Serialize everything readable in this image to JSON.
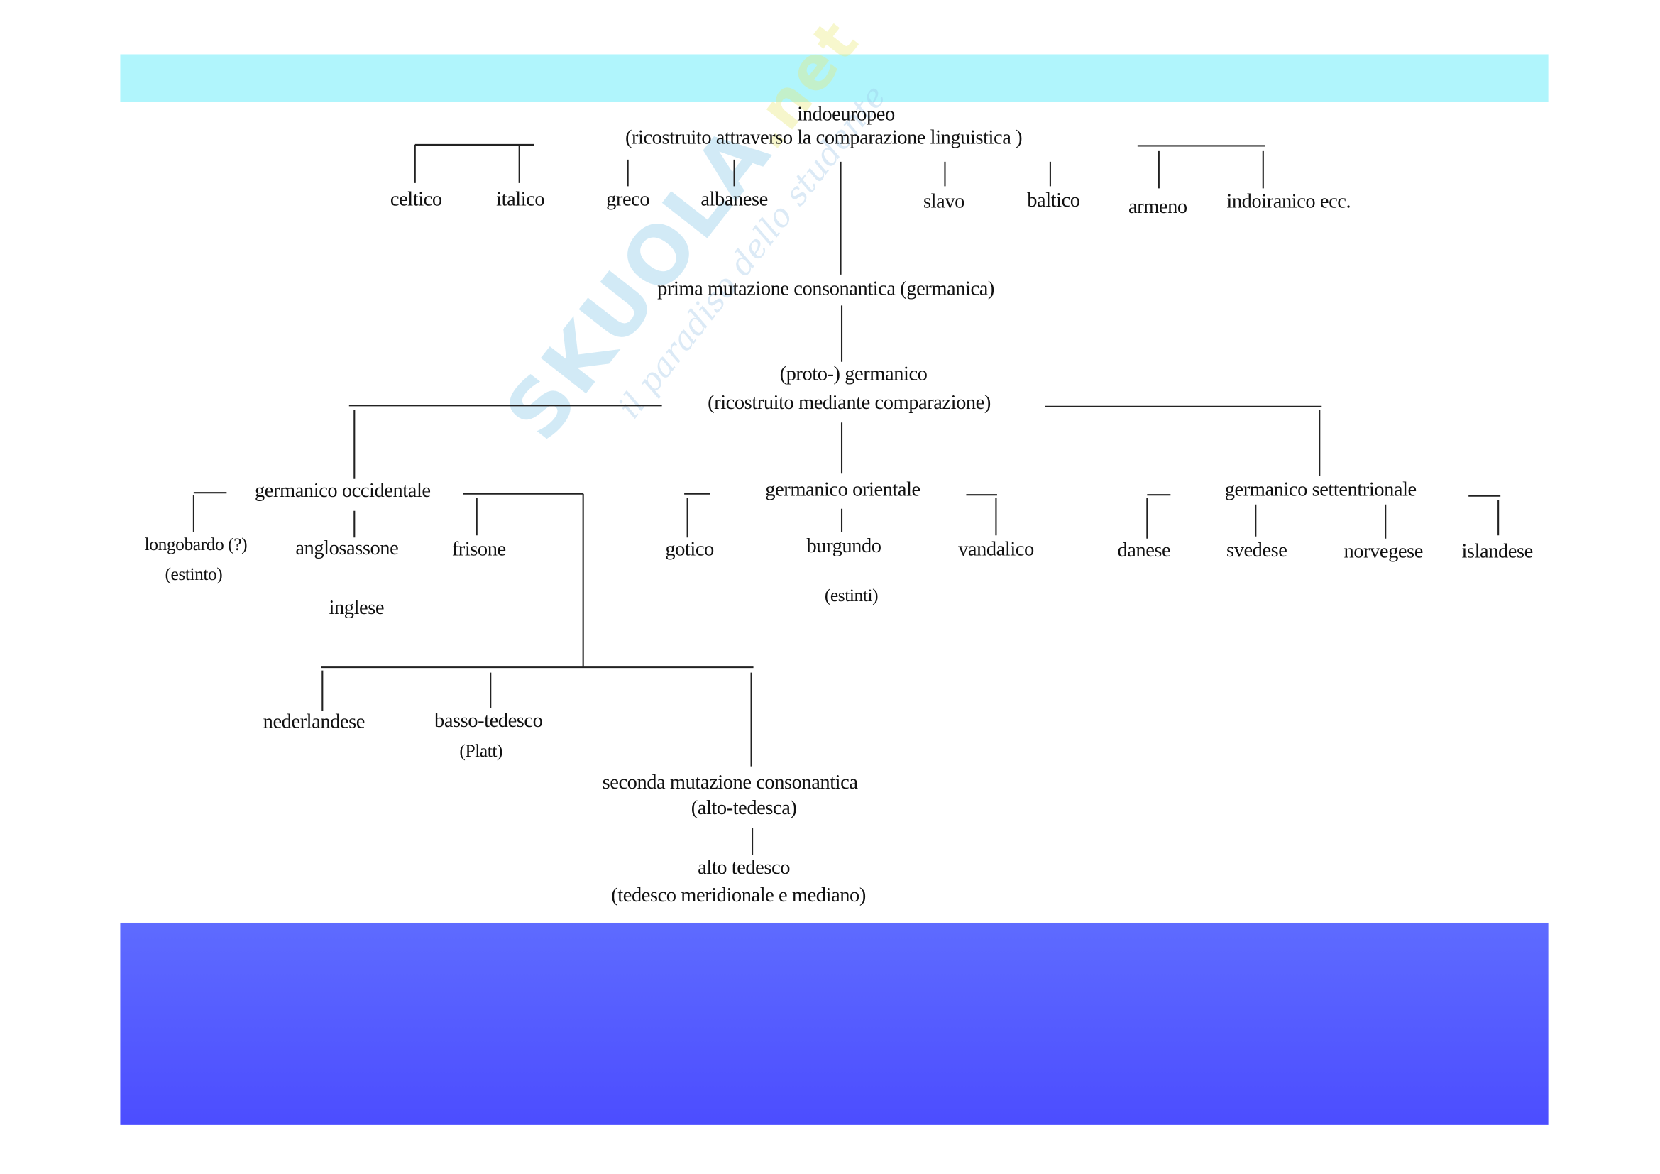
{
  "watermark": {
    "logo": "SKUOLA",
    "logo_suffix": ".net",
    "tagline": "il paradiso dello studente"
  },
  "nodes": {
    "indoeuropeo": "indoeuropeo",
    "ie_note": "(ricostruito   attraverso   la   comparazione   linguistica )",
    "celtico": "celtico",
    "italico": "italico",
    "greco": "greco",
    "albanese": "albanese",
    "slavo": "slavo",
    "baltico": "baltico",
    "armeno": "armeno",
    "indoiranico": "indoiranico ecc.",
    "prima_mutazione": "prima  mutazione  consonantica  (germanica)",
    "protogermanico": "(proto-)  germanico",
    "pg_note": "(ricostruito  mediante  comparazione)",
    "germ_occ": "germanico occidentale",
    "germ_or": "germanico orientale",
    "germ_sett": "germanico settentrionale",
    "longobardo": "longobardo (?)",
    "estinto": "(estinto)",
    "anglosassone": "anglosassone",
    "frisone": "frisone",
    "inglese": "inglese",
    "gotico": "gotico",
    "burgundo": "burgundo",
    "vandalico": "vandalico",
    "estinti": "(estinti)",
    "danese": "danese",
    "svedese": "svedese",
    "norvegese": "norvegese",
    "islandese": "islandese",
    "nederlandese": "nederlandese",
    "basso_tedesco": "basso-tedesco",
    "platt": "(Platt)",
    "seconda_mutazione": "seconda mutazione consonantica",
    "alto_tedesca": "(alto-tedesca)",
    "alto_tedesco": "alto tedesco",
    "alto_tedesco_note": "(tedesco meridionale  e  mediano)"
  }
}
